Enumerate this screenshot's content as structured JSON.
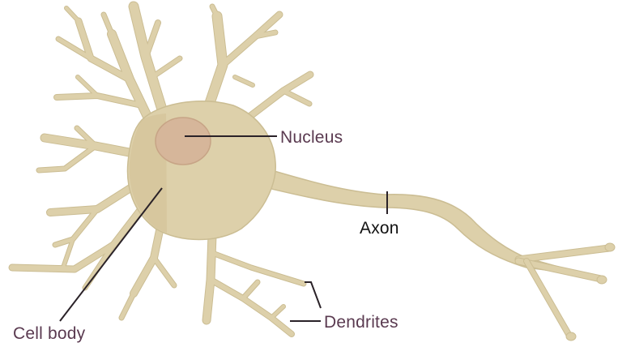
{
  "diagram": {
    "labels": {
      "nucleus": "Nucleus",
      "axon": "Axon",
      "dendrites": "Dendrites",
      "cell_body": "Cell body"
    },
    "colors": {
      "cell_fill": "#ddd0aa",
      "cell_stroke": "#cbbd93",
      "nucleus_fill": "#d6b69a",
      "nucleus_stroke": "#c7a486",
      "leader_line": "#2a2228",
      "label_text": "#5a3a50",
      "axon_label_text": "#111111"
    }
  }
}
